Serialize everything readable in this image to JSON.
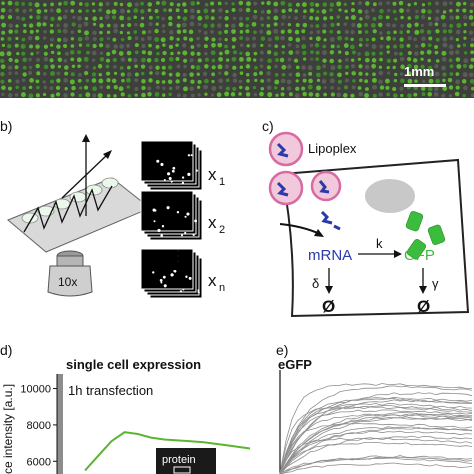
{
  "panel_a": {
    "scale_bar": "1mm"
  },
  "panel_b": {
    "label": "b)",
    "objective": "10x",
    "frames": [
      {
        "x": "x",
        "sub": "1"
      },
      {
        "x": "x",
        "sub": "2"
      },
      {
        "x": "x",
        "sub": "n"
      }
    ],
    "ellipsis": "⋮"
  },
  "panel_c": {
    "label": "c)",
    "lipoplex": "Lipoplex",
    "mrna": "mRNA",
    "gfp": "GFP",
    "k": "k",
    "delta": "δ",
    "gamma": "γ",
    "null_symbol": "Ø"
  },
  "panel_d": {
    "label": "d)",
    "title": "single cell expression",
    "annotation": "1h transfection",
    "ylabel": "ce intensity [a.u.]",
    "inset_label": "protein",
    "chart_data": {
      "type": "line",
      "yticks": [
        6000,
        8000,
        10000
      ],
      "ylim": [
        5300,
        10800
      ],
      "series": [
        {
          "color": "#5cb531",
          "x": [
            0,
            0.08,
            0.16,
            0.24,
            0.32,
            0.4,
            0.48,
            0.56,
            0.64,
            0.72,
            0.8,
            0.88,
            1.0
          ],
          "values": [
            5500,
            6300,
            7100,
            7600,
            7500,
            7300,
            7200,
            7150,
            7100,
            7050,
            6950,
            6850,
            6700
          ]
        }
      ]
    }
  },
  "panel_e": {
    "label": "e)",
    "title": "eGFP",
    "curve_color": "#8f8f8f"
  },
  "colors": {
    "green": "#5cb531",
    "mrna_blue": "#2a3aa8",
    "lipoplex_pink": "#d76aa0"
  }
}
